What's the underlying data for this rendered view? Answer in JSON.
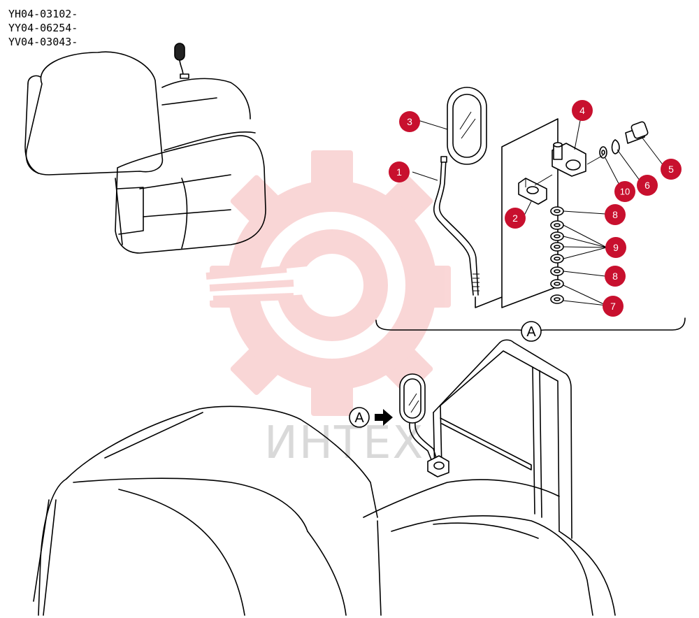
{
  "serial_numbers": [
    "YH04-03102-",
    "YY04-06254-",
    "YV04-03043-"
  ],
  "callouts": [
    {
      "id": "1",
      "label": "1",
      "color": "#c8102e"
    },
    {
      "id": "2",
      "label": "2",
      "color": "#c8102e"
    },
    {
      "id": "3",
      "label": "3",
      "color": "#c8102e"
    },
    {
      "id": "4",
      "label": "4",
      "color": "#c8102e"
    },
    {
      "id": "5",
      "label": "5",
      "color": "#c8102e"
    },
    {
      "id": "6",
      "label": "6",
      "color": "#c8102e"
    },
    {
      "id": "7",
      "label": "7",
      "color": "#c8102e"
    },
    {
      "id": "8a",
      "label": "8",
      "color": "#c8102e"
    },
    {
      "id": "8b",
      "label": "8",
      "color": "#c8102e"
    },
    {
      "id": "9",
      "label": "9",
      "color": "#c8102e"
    },
    {
      "id": "10",
      "label": "10",
      "color": "#c8102e"
    }
  ],
  "view_marker": {
    "detail_label": "A",
    "pointer_label": "A"
  },
  "watermark": {
    "text": "ИНТЕХ",
    "color": "#e8474a"
  }
}
